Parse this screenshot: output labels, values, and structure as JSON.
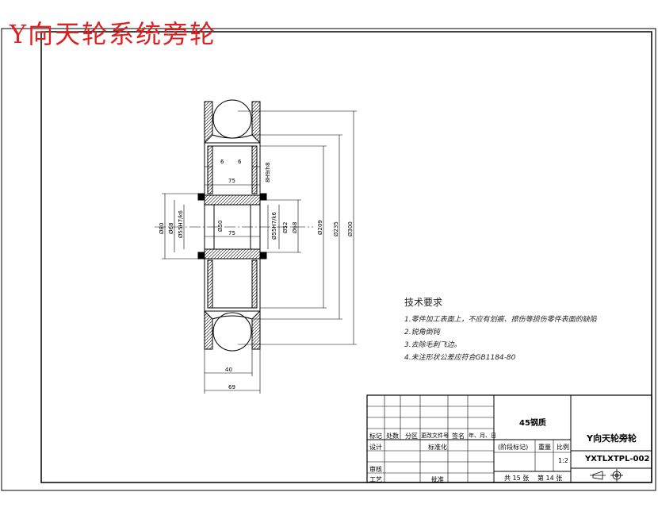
{
  "title": "Y向天轮系统旁轮",
  "tech_requirements": {
    "heading": "技术要求",
    "items": [
      "1.零件加工表面上，不应有划痕、擦伤等损伤零件表面的缺陷",
      "2.锐角倒钝",
      "3.去除毛刺飞边。",
      "4.未注形状公差应符合GB1184-80"
    ]
  },
  "dimensions": {
    "d6a": "6",
    "d6b": "6",
    "d75a": "75",
    "d75b": "75",
    "d40": "40",
    "d69": "69",
    "fit1": "8H9/h8",
    "dia80": "Ø80",
    "dia68": "Ø68",
    "dia55": "Ø55H7/k6",
    "dia50": "Ø50",
    "dia55b": "Ø55H7/k6",
    "dia52": "Ø52",
    "dia68b": "Ø68",
    "dia209": "Ø209",
    "dia235": "Ø235",
    "dia300": "Ø300"
  },
  "title_block": {
    "material": "45钢质",
    "part_name": "Y向天轮旁轮",
    "drawing_no": "YXTLXTPL-002",
    "scale_label": "比例",
    "scale": "1:2",
    "weight_label": "重量",
    "stage_mark": "(阶段标记)",
    "sheets_total": "共 15 张",
    "sheet_no": "第 14 张",
    "h_mark": "标记",
    "h_count": "处数",
    "h_zone": "分区",
    "h_docno": "更改文件号",
    "h_sign": "签名",
    "h_date": "年、月、日",
    "design": "设计",
    "standardize": "标准化",
    "review": "审核",
    "process": "工艺",
    "approve": "批准"
  }
}
